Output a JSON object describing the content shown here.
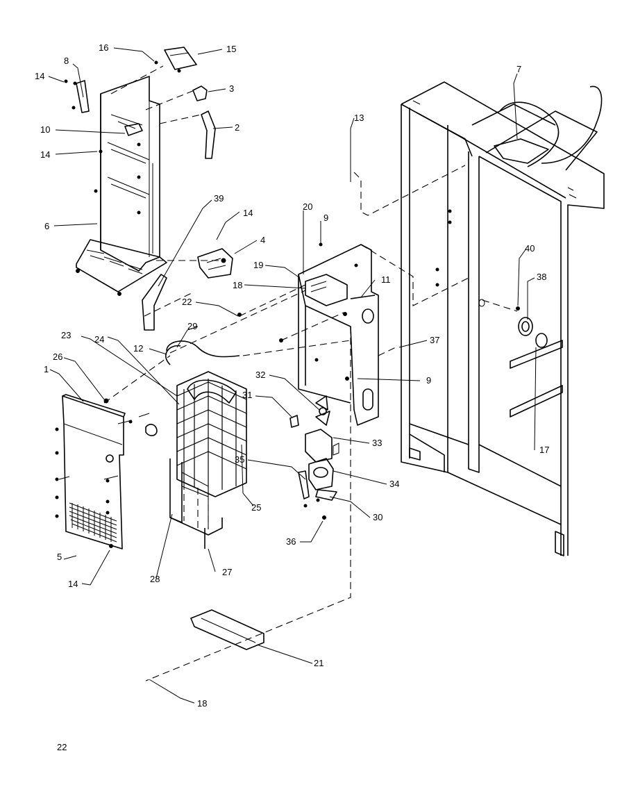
{
  "page_number": "22",
  "callouts": {
    "c1": "1",
    "c2": "2",
    "c3": "3",
    "c4": "4",
    "c5": "5",
    "c6": "6",
    "c7": "7",
    "c8": "8",
    "c9a": "9",
    "c9b": "9",
    "c10": "10",
    "c11": "11",
    "c12": "12",
    "c13": "13",
    "c14a": "14",
    "c14b": "14",
    "c14c": "14",
    "c14d": "14",
    "c15": "15",
    "c16": "16",
    "c17": "17",
    "c18a": "18",
    "c18b": "18",
    "c19": "19",
    "c20": "20",
    "c21": "21",
    "c22": "22",
    "c23": "23",
    "c24": "24",
    "c25": "25",
    "c26": "26",
    "c27": "27",
    "c28": "28",
    "c29": "29",
    "c30": "30",
    "c31": "31",
    "c32": "32",
    "c33": "33",
    "c34": "34",
    "c35": "35",
    "c36": "36",
    "c37": "37",
    "c38": "38",
    "c39": "39",
    "c40": "40"
  }
}
